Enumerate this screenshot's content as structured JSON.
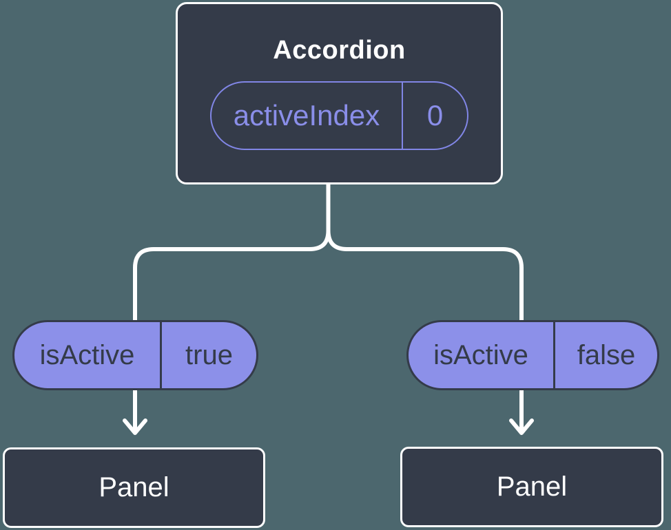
{
  "diagram": {
    "description": "Component tree showing state lifted to a parent Accordion and passed down as props to two Panels",
    "root": {
      "title": "Accordion",
      "state": {
        "name": "activeIndex",
        "value": "0"
      }
    },
    "children": [
      {
        "prop": {
          "name": "isActive",
          "value": "true"
        },
        "label": "Panel"
      },
      {
        "prop": {
          "name": "isActive",
          "value": "false"
        },
        "label": "Panel"
      }
    ]
  },
  "colors": {
    "background": "#4C676E",
    "node_fill": "#343B49",
    "node_border": "#FFFFFF",
    "node_text": "#FFFFFF",
    "state_pill_outline": "#8186E6",
    "state_pill_text": "#8A8EE9",
    "prop_pill_fill": "#8C90E9",
    "prop_pill_border": "#343B49",
    "prop_pill_text": "#343B49",
    "connector": "#FFFFFF"
  }
}
